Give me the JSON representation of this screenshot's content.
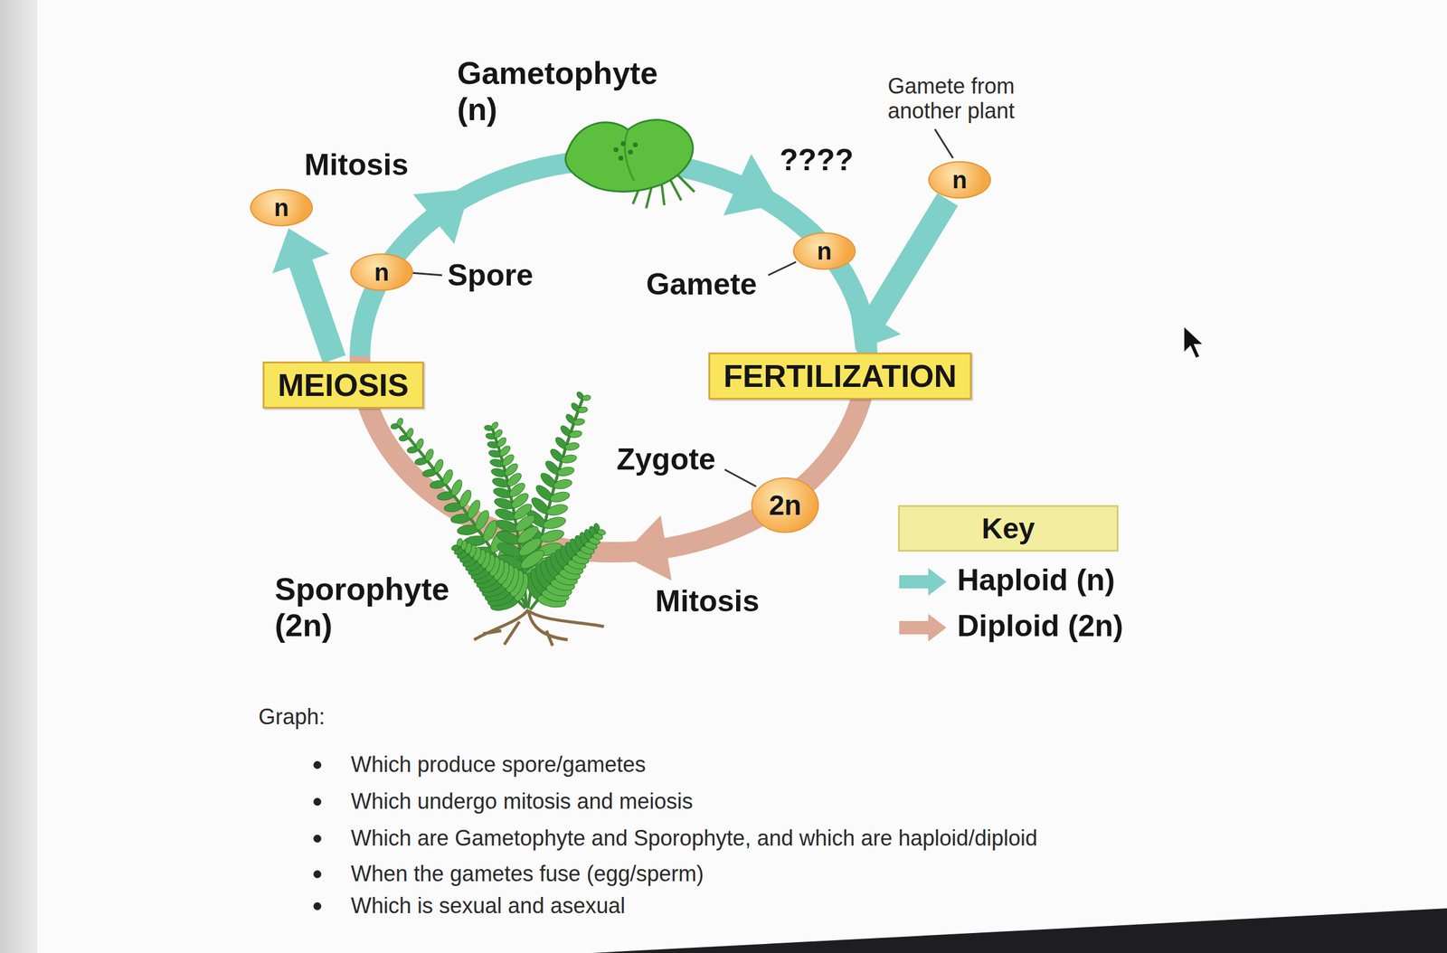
{
  "diagram": {
    "nodes": [
      {
        "text": [
          "n"
        ]
      },
      {
        "text": [
          "n"
        ]
      },
      {
        "text": [
          "n"
        ]
      },
      {
        "text": [
          "n"
        ]
      },
      {
        "text": [
          "MEIOSIS"
        ]
      },
      {
        "text": [
          "FERTILIZATION"
        ]
      },
      {
        "text": [
          "2n"
        ]
      },
      {
        "text": [
          "Key"
        ]
      }
    ],
    "edges": [
      {
        "from": 4,
        "to": 0,
        "arrow": "to"
      },
      {
        "from": 3,
        "to": 5,
        "arrow": "to"
      }
    ],
    "labels": [
      "Gametophyte (n)",
      "Mitosis",
      "????",
      "Gamete from another plant",
      "Spore",
      "Gamete",
      "Zygote",
      "Sporophyte (2n)",
      "Mitosis",
      "Graph:",
      "Which produce spore/gametes",
      "Which undergo mitosis and meiosis",
      "Which are Gametophyte and Sporophyte, and which are haploid/diploid",
      "When the gametes fuse (egg/sperm)",
      "Which is sexual and asexual"
    ],
    "legend": [
      {
        "text": "Haploid (n)",
        "color": "#7fd0c8"
      },
      {
        "text": "Diploid (2n)",
        "color": "#dcaa96"
      }
    ]
  }
}
